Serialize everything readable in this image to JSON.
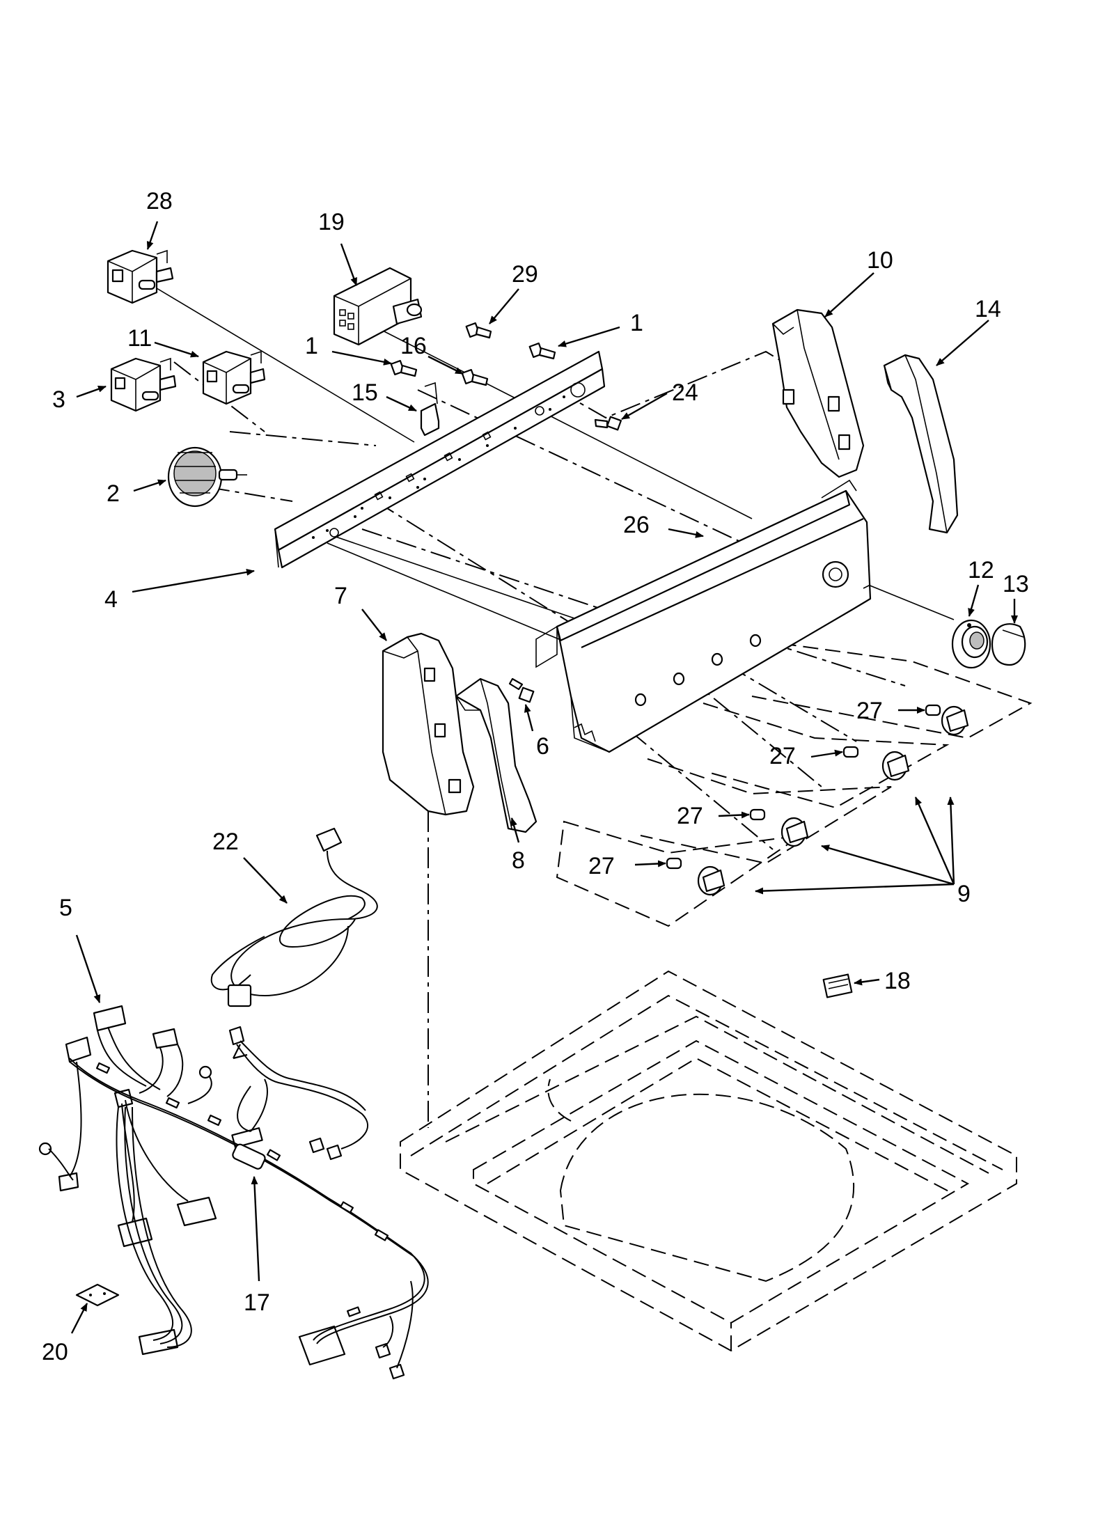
{
  "callouts": [
    {
      "id": "c28",
      "text": "28"
    },
    {
      "id": "c19",
      "text": "19"
    },
    {
      "id": "c29",
      "text": "29"
    },
    {
      "id": "c1a",
      "text": "1"
    },
    {
      "id": "c1b",
      "text": "1"
    },
    {
      "id": "c10",
      "text": "10"
    },
    {
      "id": "c14",
      "text": "14"
    },
    {
      "id": "c11",
      "text": "11"
    },
    {
      "id": "c16",
      "text": "16"
    },
    {
      "id": "c3",
      "text": "3"
    },
    {
      "id": "c15",
      "text": "15"
    },
    {
      "id": "c24",
      "text": "24"
    },
    {
      "id": "c2",
      "text": "2"
    },
    {
      "id": "c26",
      "text": "26"
    },
    {
      "id": "c4",
      "text": "4"
    },
    {
      "id": "c12",
      "text": "12"
    },
    {
      "id": "c13",
      "text": "13"
    },
    {
      "id": "c7",
      "text": "7"
    },
    {
      "id": "c27a",
      "text": "27"
    },
    {
      "id": "c6",
      "text": "6"
    },
    {
      "id": "c27b",
      "text": "27"
    },
    {
      "id": "c27c",
      "text": "27"
    },
    {
      "id": "c27d",
      "text": "27"
    },
    {
      "id": "c8",
      "text": "8"
    },
    {
      "id": "c9",
      "text": "9"
    },
    {
      "id": "c22",
      "text": "22"
    },
    {
      "id": "c5",
      "text": "5"
    },
    {
      "id": "c18",
      "text": "18"
    },
    {
      "id": "c17",
      "text": "17"
    },
    {
      "id": "c20",
      "text": "20"
    }
  ],
  "colors": {
    "ink": "#000000",
    "paper": "#ffffff"
  }
}
